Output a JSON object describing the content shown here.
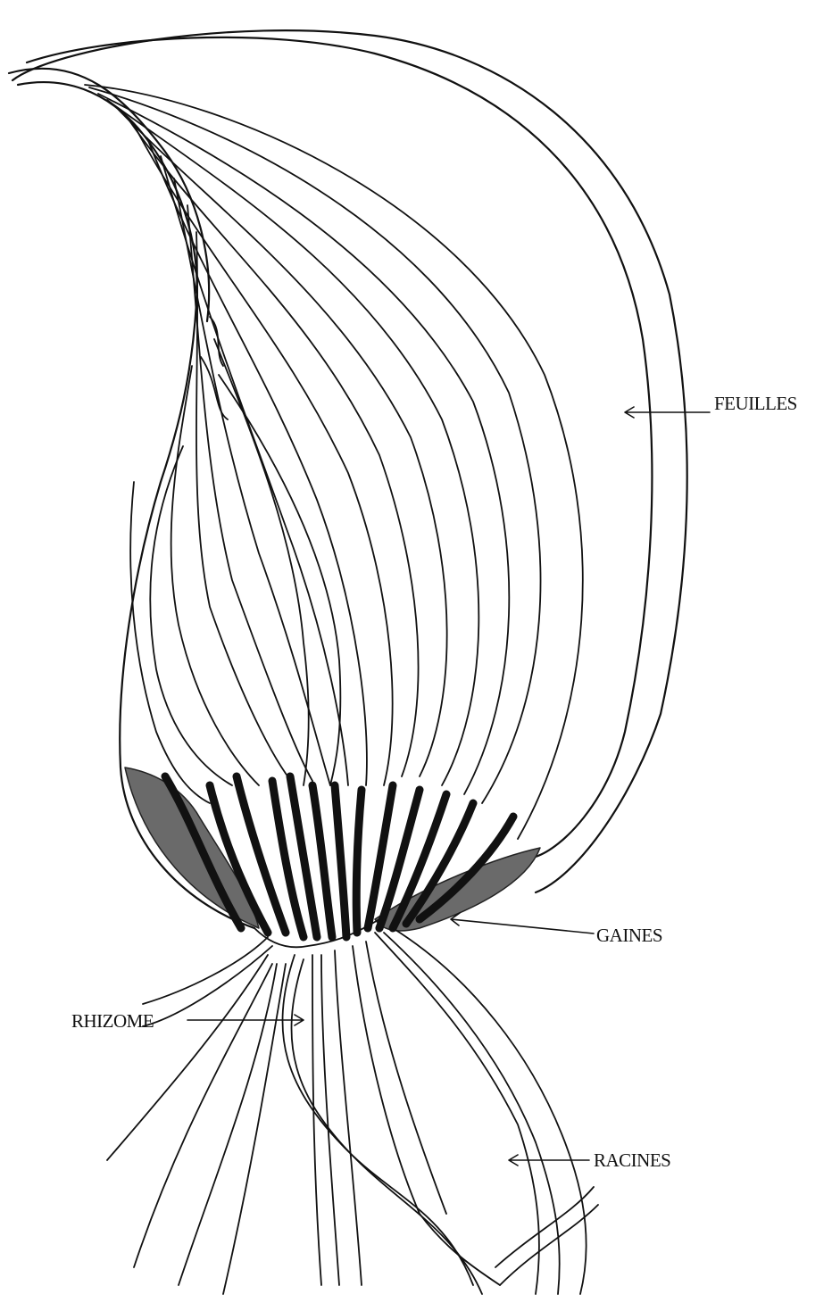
{
  "labels": {
    "feuilles": "FEUILLES",
    "gaines": "GAINES",
    "rhizome": "RHIZOME",
    "racines": "RACINES"
  },
  "colors": {
    "ink": "#111111",
    "sheath_shade": "#555555",
    "background": "#ffffff"
  }
}
